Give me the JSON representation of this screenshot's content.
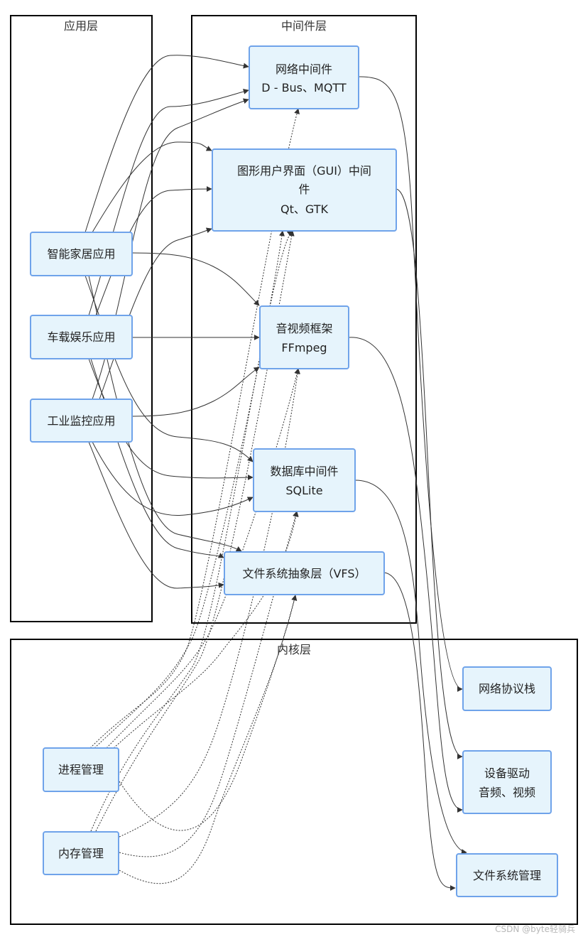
{
  "groups": {
    "app": {
      "title": "应用层"
    },
    "middleware": {
      "title": "中间件层"
    },
    "kernel": {
      "title": "内核层"
    }
  },
  "nodes": {
    "smart_home": {
      "lines": [
        "智能家居应用"
      ]
    },
    "car_entertainment": {
      "lines": [
        "车载娱乐应用"
      ]
    },
    "industrial_monitor": {
      "lines": [
        "工业监控应用"
      ]
    },
    "network_mw": {
      "lines": [
        "网络中间件",
        "D - Bus、MQTT"
      ]
    },
    "gui_mw": {
      "lines": [
        "图形用户界面（GUI）中间",
        "件",
        "Qt、GTK"
      ]
    },
    "av_framework": {
      "lines": [
        "音视频框架",
        "FFmpeg"
      ]
    },
    "database_mw": {
      "lines": [
        "数据库中间件",
        "SQLite"
      ]
    },
    "vfs": {
      "lines": [
        "文件系统抽象层（VFS）"
      ]
    },
    "process_mgmt": {
      "lines": [
        "进程管理"
      ]
    },
    "memory_mgmt": {
      "lines": [
        "内存管理"
      ]
    },
    "network_stack": {
      "lines": [
        "网络协议栈"
      ]
    },
    "device_driver": {
      "lines": [
        "设备驱动",
        "音频、视频"
      ]
    },
    "fs_mgmt": {
      "lines": [
        "文件系统管理"
      ]
    }
  },
  "watermark": "CSDN @byte轻骑兵"
}
